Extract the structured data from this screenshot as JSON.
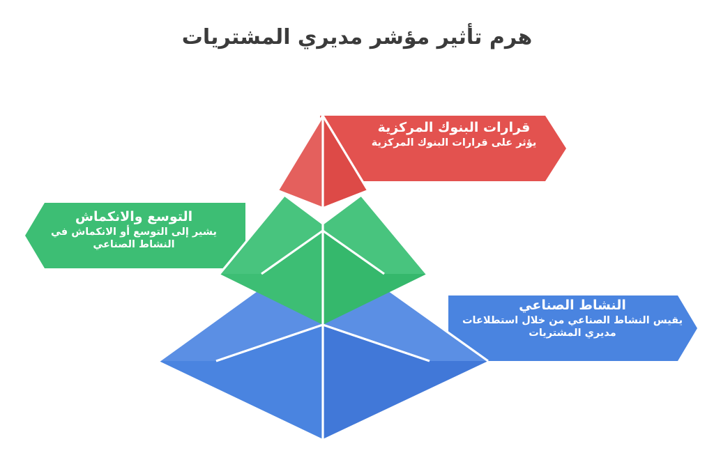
{
  "title": "هرم تأثير مؤشر مديري المشتريات",
  "diagram": {
    "type": "3d-pyramid",
    "direction": "rtl",
    "background": "#ffffff",
    "title_color": "#3b3b3b",
    "levels": [
      {
        "id": "central-bank-decisions",
        "rank": 1,
        "position": "top",
        "title": "قرارات البنوك المركزية",
        "subtitle": "يؤثر على قرارات البنوك المركزية",
        "color": "#e3524f",
        "top_face_color": "#e4605d",
        "left_face_color": "#e3524f",
        "right_face_color": "#dd4a47",
        "banner_side": "right",
        "banner_arrow": "right"
      },
      {
        "id": "expansion-contraction",
        "rank": 2,
        "position": "middle",
        "title": "التوسع والانكماش",
        "subtitle": "يشير إلى التوسع أو الانكماش في النشاط الصناعي",
        "color": "#3dbe74",
        "top_face_color": "#48c47e",
        "left_face_color": "#3dbe74",
        "right_face_color": "#35b86c",
        "banner_side": "left",
        "banner_arrow": "left"
      },
      {
        "id": "industrial-activity",
        "rank": 3,
        "position": "base",
        "title": "النشاط الصناعي",
        "subtitle": "يقيس النشاط الصناعي من خلال استطلاعات مديري المشتريات",
        "color": "#4a84e0",
        "top_face_color": "#5b8fe4",
        "left_face_color": "#4a84e0",
        "right_face_color": "#4178d8",
        "banner_side": "right",
        "banner_arrow": "right"
      }
    ]
  }
}
